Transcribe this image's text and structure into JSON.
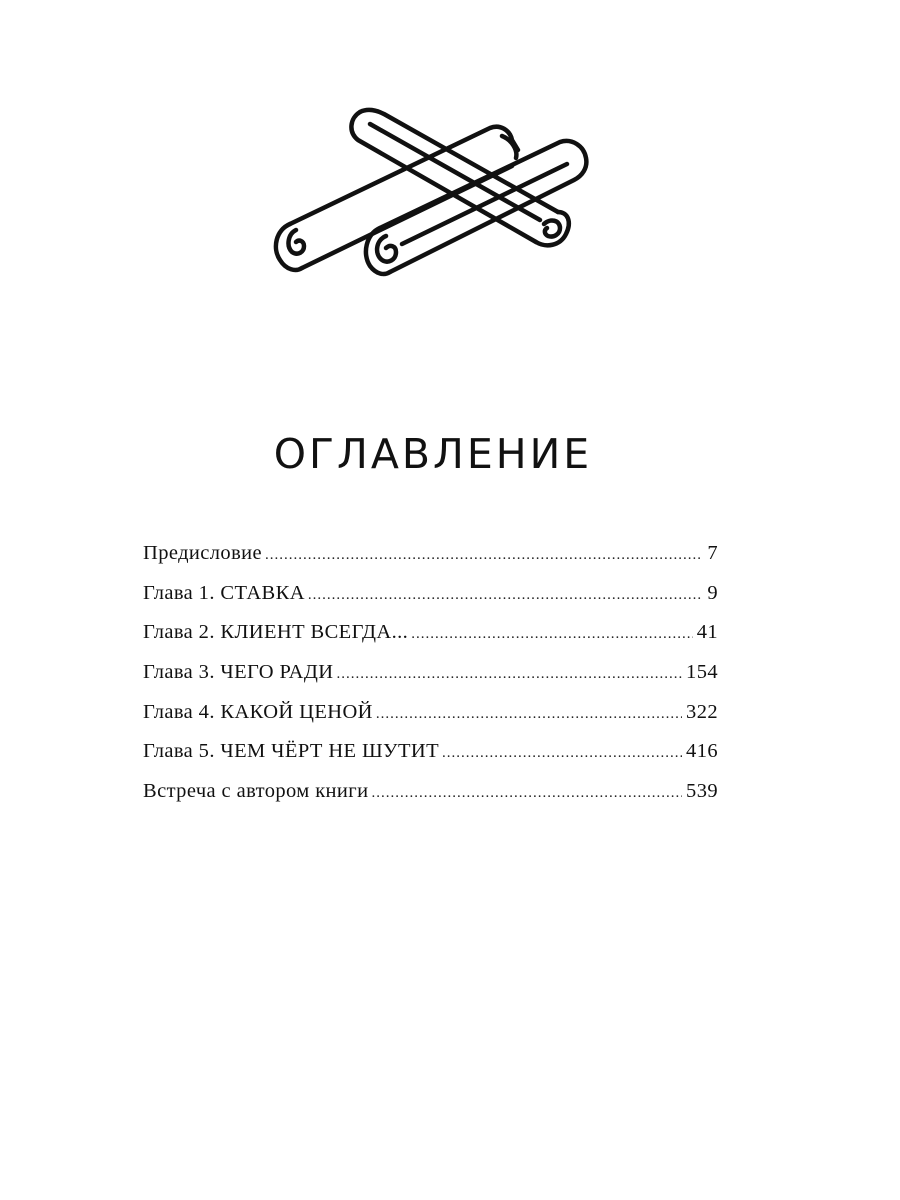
{
  "illustration": {
    "icon": "cinnamon-sticks-icon"
  },
  "heading": "ОГЛАВЛЕНИЕ",
  "toc": [
    {
      "title": "Предисловие",
      "page": "7"
    },
    {
      "title": "Глава 1. СТАВКА",
      "page": "9"
    },
    {
      "title": "Глава 2. КЛИЕНТ ВСЕГДА...",
      "page": "41"
    },
    {
      "title": "Глава 3. ЧЕГО РАДИ",
      "page": "154"
    },
    {
      "title": "Глава 4. КАКОЙ ЦЕНОЙ",
      "page": "322"
    },
    {
      "title": "Глава 5. ЧЕМ ЧЁРТ НЕ ШУТИТ",
      "page": "416"
    },
    {
      "title": "Встреча с автором книги",
      "page": "539"
    }
  ]
}
